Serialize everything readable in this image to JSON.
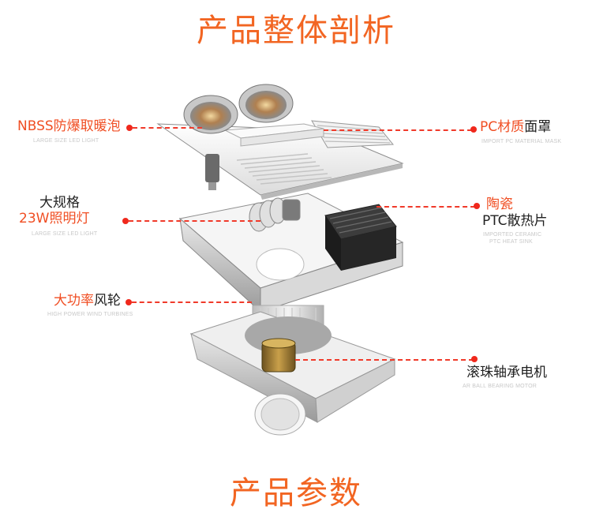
{
  "header": {
    "title": "产品整体剖析"
  },
  "footer": {
    "title": "产品参数"
  },
  "callouts": {
    "lamp": {
      "orange": "NBSS防爆取暖泡",
      "dark": "",
      "subtitle": "LARGE SIZE LED LIGHT"
    },
    "light": {
      "dark": "大规格",
      "orange": "23W照明灯",
      "subtitle": "LARGE SIZE LED LIGHT"
    },
    "fan": {
      "orange": "大功率",
      "dark": "风轮",
      "subtitle": "HIGH POWER WIND TURBINES"
    },
    "mask": {
      "orange": "PC材质",
      "dark": "面罩",
      "subtitle": "IMPORT PC MATERIAL MASK"
    },
    "ptc": {
      "orange": "陶瓷",
      "dark": "PTC散热片",
      "subtitle_line1": "IMPORTED CERAMIC",
      "subtitle_line2": "PTC HEAT SINK"
    },
    "motor": {
      "dark": "滚珠轴承电机",
      "subtitle": "AR BALL BEARING MOTOR"
    }
  },
  "colors": {
    "accent": "#f26522",
    "leader": "#f03a2a"
  }
}
